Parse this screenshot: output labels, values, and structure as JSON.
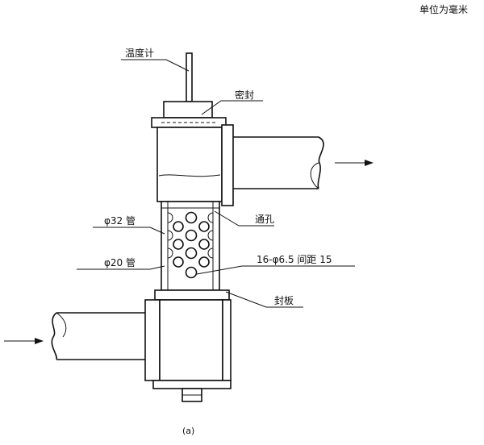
{
  "units_note": "单位为毫米",
  "caption": "(a)",
  "labels": {
    "thermometer": "温度计",
    "seal": "密封",
    "vent_hole": "通孔",
    "pipe_32": "φ32 管",
    "pipe_20": "φ20 管",
    "holes_spec": "16-φ6.5 间距 15",
    "seal_plate": "封板"
  }
}
